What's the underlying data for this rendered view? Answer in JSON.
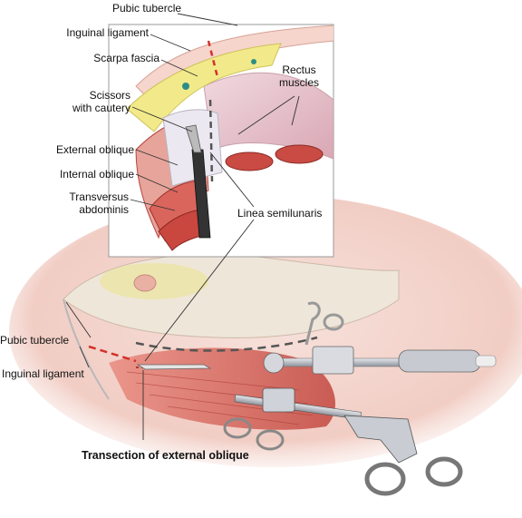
{
  "labels": {
    "pubic_tubercle_top": "Pubic tubercle",
    "inguinal_ligament_top": "Inguinal ligament",
    "scarpa_fascia": "Scarpa fascia",
    "scissors_line1": "Scissors",
    "scissors_line2": "with cautery",
    "rectus_line1": "Rectus",
    "rectus_line2": "muscles",
    "external_oblique": "External oblique",
    "internal_oblique": "Internal oblique",
    "transversus_line1": "Transversus",
    "transversus_line2": "abdominis",
    "linea_semilunaris": "Linea semilunaris",
    "pubic_tubercle_bottom": "Pubic tubercle",
    "inguinal_ligament_bottom": "Inguinal ligament",
    "transection": "Transection of external oblique"
  },
  "colors": {
    "skin": "#f3d7cf",
    "muscle": "#d9655c",
    "muscle_dark": "#b8433d",
    "fat": "#f2ea8a",
    "fascia": "#e9e3f0",
    "instrument": "#c9ccd3",
    "instrument_dark": "#5b6069",
    "dashed_red": "#d4302b",
    "dashed_gray": "#555555"
  }
}
